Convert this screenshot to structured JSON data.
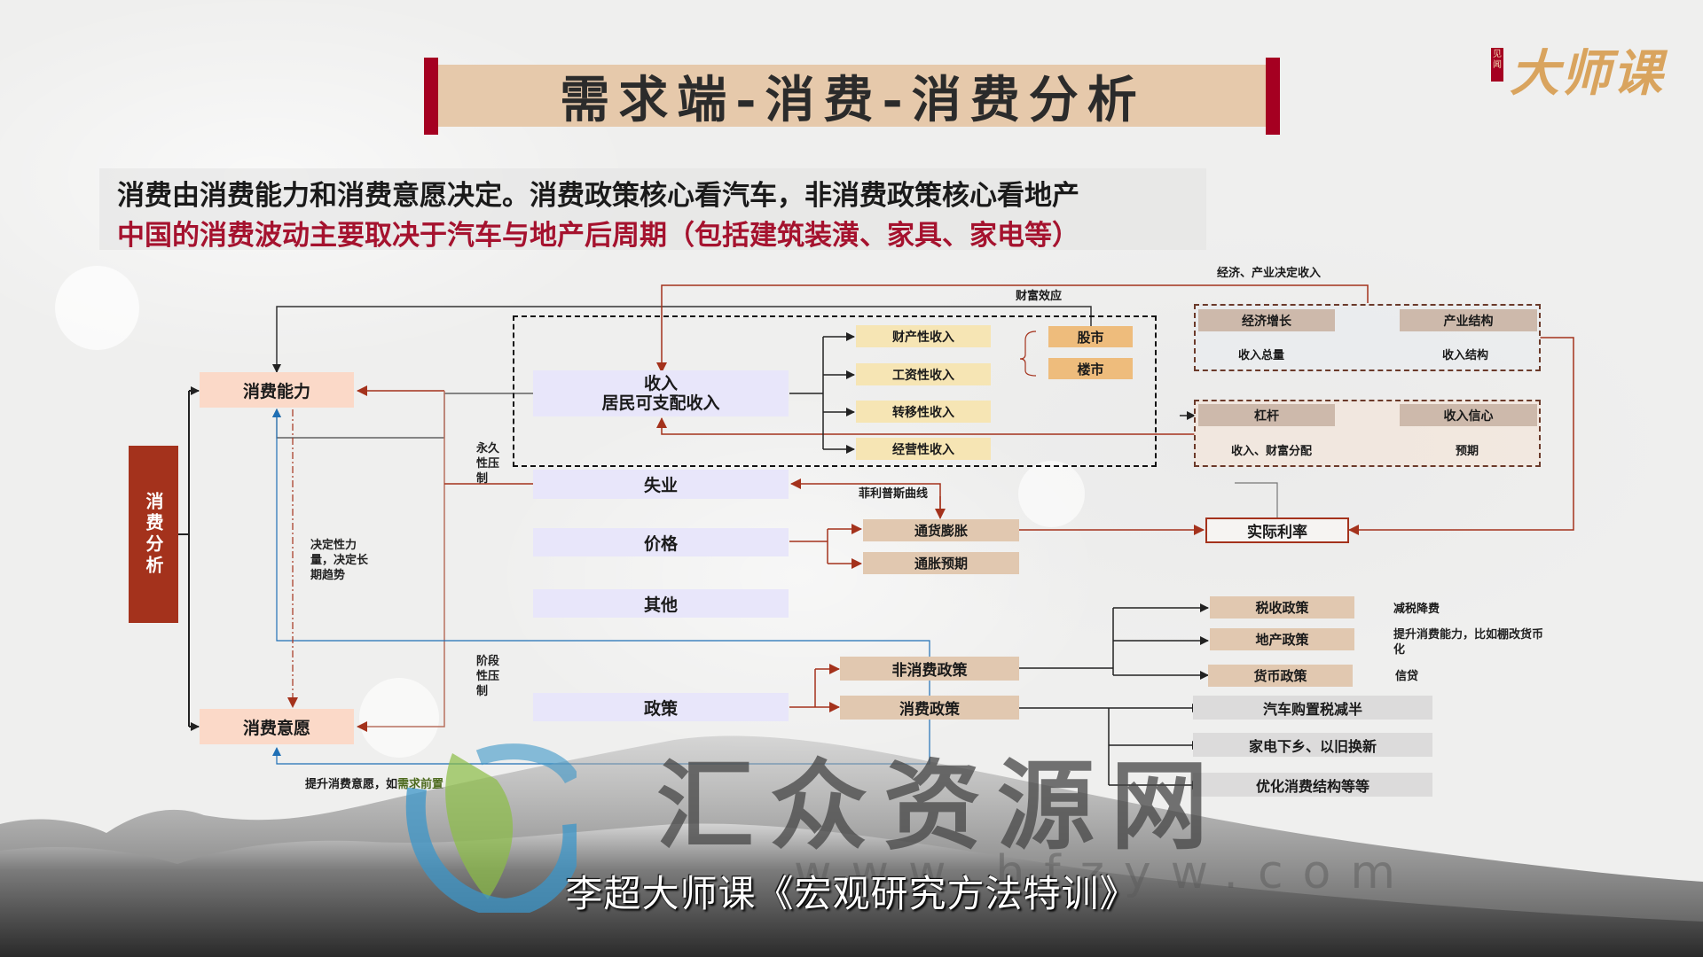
{
  "slide": {
    "title": "需求端-消费-消费分析",
    "logo": {
      "tag": "见闻",
      "text": "大师课"
    },
    "summary": {
      "line1": "消费由消费能力和消费意愿决定。消费政策核心看汽车，非消费政策核心看地产",
      "line2": "中国的消费波动主要取决于汽车与地产后周期（包括建筑装潢、家具、家电等）"
    },
    "colors": {
      "title_bar": "#e6c9ab",
      "accent_red": "#a50021",
      "root_box": "#a4321c",
      "highlight_text": "#a5122e"
    }
  },
  "diagram": {
    "root": "消费分析",
    "ability": "消费能力",
    "willingness": "消费意愿",
    "income": {
      "line1": "收入",
      "line2": "居民可支配收入"
    },
    "income_types": [
      "财产性收入",
      "工资性收入",
      "转移性收入",
      "经营性收入"
    ],
    "markets": [
      "股市",
      "楼市"
    ],
    "factors": {
      "unemployment": "失业",
      "price": "价格",
      "other": "其他",
      "policy": "政策"
    },
    "inflation": [
      "通货膨胀",
      "通胀预期"
    ],
    "real_rate": "实际利率",
    "econ_group": {
      "headers": [
        "经济增长",
        "产业结构"
      ],
      "values": [
        "收入总量",
        "收入结构"
      ]
    },
    "dist_group": {
      "headers": [
        "杠杆",
        "收入信心"
      ],
      "values": [
        "收入、财富分配",
        "预期"
      ]
    },
    "policy_types": [
      "非消费政策",
      "消费政策"
    ],
    "non_consumption_policies": [
      {
        "name": "税收政策",
        "note": "减税降费"
      },
      {
        "name": "地产政策",
        "note": "提升消费能力，比如棚改货币化"
      },
      {
        "name": "货币政策",
        "note": "信贷"
      }
    ],
    "consumption_policies": [
      "汽车购置税减半",
      "家电下乡、以旧换新",
      "优化消费结构等等"
    ],
    "labels": {
      "wealth_effect": "财富效应",
      "econ_industry_income": "经济、产业决定收入",
      "permanent_suppress": "永久性压制",
      "stage_suppress": "阶段性压制",
      "phillips": "菲利普斯曲线",
      "decisive": "决定性力量，决定长期趋势",
      "boost_willingness_prefix": "提升消费意愿，如",
      "boost_willingness_suffix": "需求前置"
    }
  },
  "overlay": {
    "watermark": "汇众资源网",
    "watermark_url": "www.hfzyw.com",
    "caption": "李超大师课《宏观研究方法特训》"
  }
}
